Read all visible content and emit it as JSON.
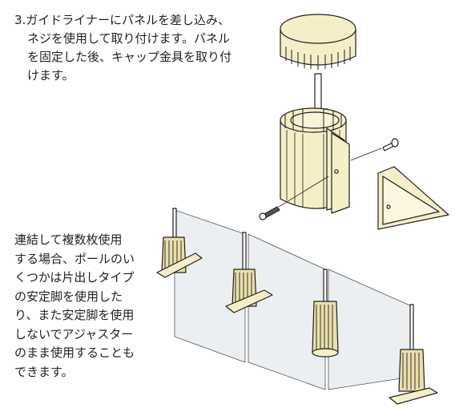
{
  "step": {
    "lines": [
      "3.ガイドライナーにパネルを差し込み、",
      "ネジを使用して取り付けます。パネル",
      "を固定した後、キャップ金具を取り付",
      "けます。"
    ]
  },
  "note": {
    "lines": [
      "連結して複数枚使用",
      "する場合、ポールのい",
      "くつかは片出しタイプ",
      "の安定脚を使用した",
      "り、また安定脚を使用",
      "しないでアジャスター",
      "のまま使用することも",
      "できます。"
    ]
  },
  "colors": {
    "part_fill": "#f5efc8",
    "part_stroke": "#231f20",
    "panel_fill": "#e9ecef",
    "foot_fill": "#efe7b8"
  }
}
